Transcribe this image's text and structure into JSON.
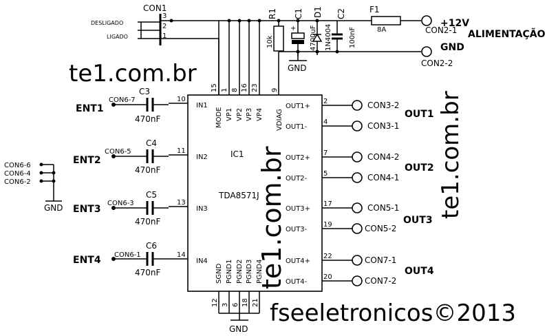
{
  "header": {
    "con1": "CON1",
    "desligado": "DESLIGADO",
    "ligado": "LIGADO",
    "con1_pin3": "3",
    "con1_pin2": "2",
    "con1_pin1": "1"
  },
  "components": {
    "r1": "R1",
    "r1_value": "10k",
    "c1": "C1",
    "c1_value": "4700uF",
    "d1": "D1",
    "d1_value": "1N4004",
    "c2": "C2",
    "c2_value": "100nF",
    "f1": "F1",
    "f1_value": "8A",
    "c3": "C3",
    "c3_value": "470nF",
    "c4": "C4",
    "c4_value": "470nF",
    "c5": "C5",
    "c5_value": "470nF",
    "c6": "C6",
    "c6_value": "470nF"
  },
  "power": {
    "v12": "+12V",
    "alimentacao": "ALIMENTAÇÃO",
    "gnd": "GND",
    "con2_1": "CON2-1",
    "con2_2": "CON2-2",
    "gnd_top": "GND",
    "gnd_bottom": "GND",
    "gnd_left": "GND"
  },
  "ic": {
    "ref": "IC1",
    "part": "TDA8571J",
    "left_pins": [
      "IN1",
      "IN2",
      "IN3",
      "IN4"
    ],
    "top_pins": [
      "MODE",
      "VP1",
      "VP2",
      "VP3",
      "VP4",
      "VDIAG"
    ],
    "top_pin_numbers": [
      "15",
      "1",
      "8",
      "16",
      "23",
      "9"
    ],
    "bottom_pins": [
      "SGND",
      "PGND1",
      "PGND2",
      "PGND3",
      "PGND4"
    ],
    "bottom_pin_numbers": [
      "12",
      "3",
      "6",
      "18",
      "21"
    ],
    "right_pins": [
      "OUT1+",
      "OUT1-",
      "OUT2+",
      "OUT2-",
      "OUT3+",
      "OUT3-",
      "OUT4+",
      "OUT4-"
    ],
    "right_pin_numbers": [
      "2",
      "4",
      "7",
      "5",
      "17",
      "19",
      "22",
      "20"
    ],
    "in_pin_numbers": [
      "10",
      "11",
      "13",
      "14"
    ]
  },
  "inputs": {
    "ent1": "ENT1",
    "ent2": "ENT2",
    "ent3": "ENT3",
    "ent4": "ENT4",
    "con6_7": "CON6-7",
    "con6_5": "CON6-5",
    "con6_3": "CON6-3",
    "con6_1": "CON6-1",
    "con6_6": "CON6-6",
    "con6_4": "CON6-4",
    "con6_2": "CON6-2"
  },
  "outputs": {
    "con3_2": "CON3-2",
    "con3_1": "CON3-1",
    "con4_2": "CON4-2",
    "con4_1": "CON4-1",
    "con5_1": "CON5-1",
    "con5_2": "CON5-2",
    "con7_1": "CON7-1",
    "con7_2": "CON7-2",
    "out1": "OUT1",
    "out2": "OUT2",
    "out3": "OUT3",
    "out4": "OUT4"
  },
  "watermarks": {
    "site_left": "te1.com.br",
    "site_center": "te1.com.br",
    "site_right": "te1.com.br",
    "copyright": "fseeletronicos©2013"
  }
}
